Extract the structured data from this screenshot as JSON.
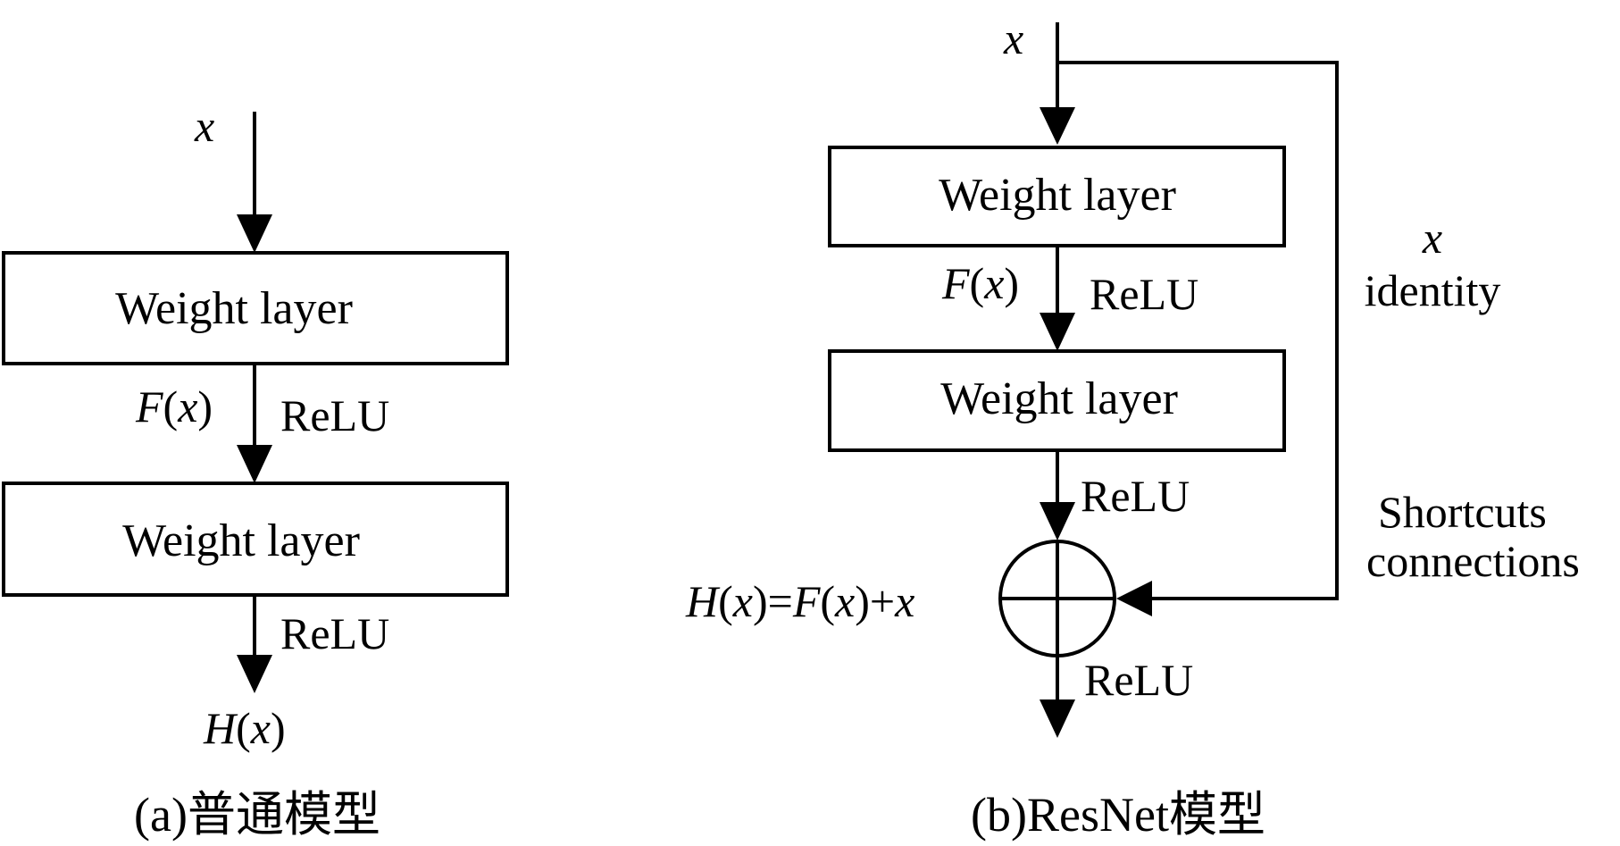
{
  "panel_a": {
    "input": "x",
    "layer1": "Weight layer",
    "fx_F": "F",
    "fx_x": "x",
    "relu1": "ReLU",
    "layer2": "Weight layer",
    "relu2": "ReLU",
    "out_H": "H",
    "out_x": "x",
    "caption": "(a)普通模型"
  },
  "panel_b": {
    "input": "x",
    "layer1": "Weight layer",
    "fx_F": "F",
    "fx_x": "x",
    "relu1": "ReLU",
    "layer2": "Weight layer",
    "relu2": "ReLU",
    "sum": {
      "H": "H",
      "x1": "x",
      "eq": ")=",
      "F": "F",
      "x2": "x",
      "plus": ")+",
      "x3": "x"
    },
    "relu3": "ReLU",
    "shortcut_x": "x",
    "shortcut_identity": "identity",
    "shortcut_label_1": "Shortcuts",
    "shortcut_label_2": "connections",
    "caption": "(b)ResNet模型"
  }
}
